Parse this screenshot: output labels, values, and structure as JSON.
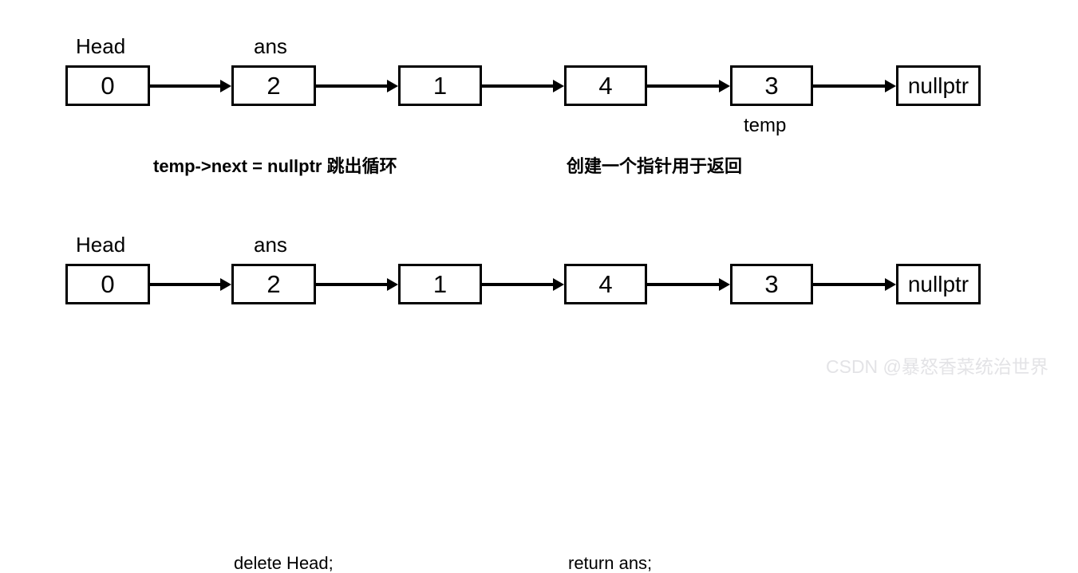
{
  "page": {
    "background": "#ffffff",
    "stroke_color": "#000000",
    "watermark_color": "#e3e3e6"
  },
  "diagram": {
    "rows": [
      {
        "id": "row-0",
        "nodes": [
          {
            "value": "0",
            "label_above": "Head",
            "label_below": ""
          },
          {
            "value": "2",
            "label_above": "ans",
            "label_below": ""
          },
          {
            "value": "1",
            "label_above": "",
            "label_below": ""
          },
          {
            "value": "4",
            "label_above": "",
            "label_below": ""
          },
          {
            "value": "3",
            "label_above": "",
            "label_below": "temp"
          },
          {
            "value": "nullptr",
            "label_above": "",
            "label_below": ""
          }
        ],
        "captions": [
          "temp->next = nullptr 跳出循环",
          "创建一个指针用于返回"
        ]
      },
      {
        "id": "row-1",
        "nodes": [
          {
            "value": "0",
            "label_above": "Head",
            "label_below": ""
          },
          {
            "value": "2",
            "label_above": "ans",
            "label_below": ""
          },
          {
            "value": "1",
            "label_above": "",
            "label_below": ""
          },
          {
            "value": "4",
            "label_above": "",
            "label_below": ""
          },
          {
            "value": "3",
            "label_above": "",
            "label_below": ""
          },
          {
            "value": "nullptr",
            "label_above": "",
            "label_below": ""
          }
        ],
        "captions": [
          "delete Head;",
          "return ans;"
        ]
      }
    ]
  },
  "watermark": {
    "text": "CSDN @暴怒香菜统治世界"
  }
}
